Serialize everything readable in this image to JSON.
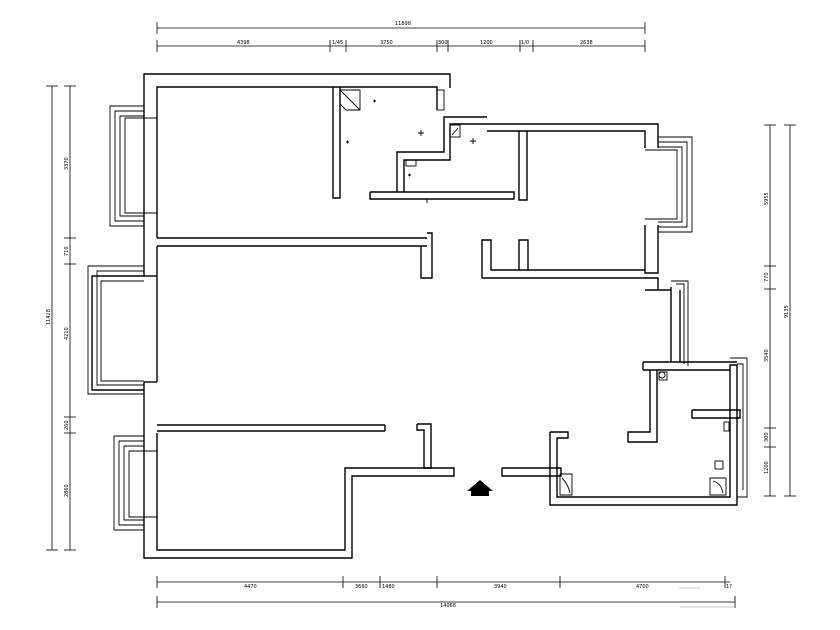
{
  "dimensions": {
    "top_total": "11898",
    "top_segments": [
      "4398",
      "1/45",
      "3750",
      "300",
      "1200",
      "1/0",
      "2638"
    ],
    "bottom_total": "14068",
    "bottom_segments": [
      "4470",
      "3660",
      "1480",
      "3940",
      "4700",
      "1?"
    ],
    "left_total": "11428",
    "left_segments": [
      "3370",
      "710",
      "4210",
      "260",
      "2860"
    ],
    "right_total": "9135",
    "right_segments": [
      "5955",
      "770",
      "3540",
      "300",
      "1200"
    ]
  },
  "entrance_icon": "entrance-arrow-icon"
}
